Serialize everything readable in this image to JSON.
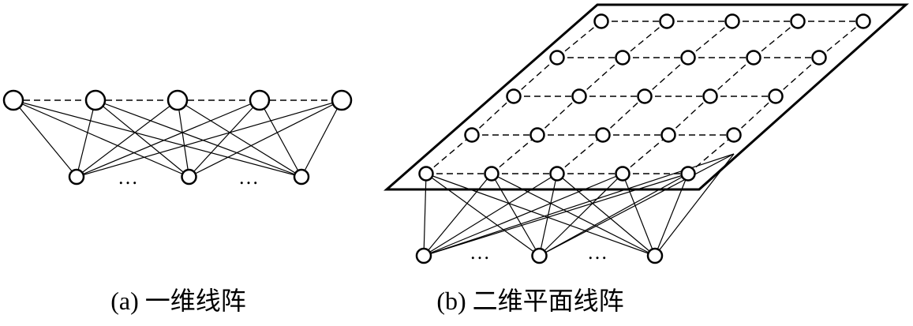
{
  "colors": {
    "stroke": "#000000",
    "node_fill": "#ffffff",
    "background": "#ffffff"
  },
  "panel_a": {
    "caption": "(a) 一维线阵",
    "top_node_count": 5,
    "bottom_node_count": 3,
    "ellipsis": [
      "…",
      "…"
    ]
  },
  "panel_b": {
    "caption": "(b) 二维平面线阵",
    "grid_rows": 5,
    "grid_cols": 5,
    "bottom_node_count": 3,
    "ellipsis": [
      "…",
      "…"
    ]
  }
}
